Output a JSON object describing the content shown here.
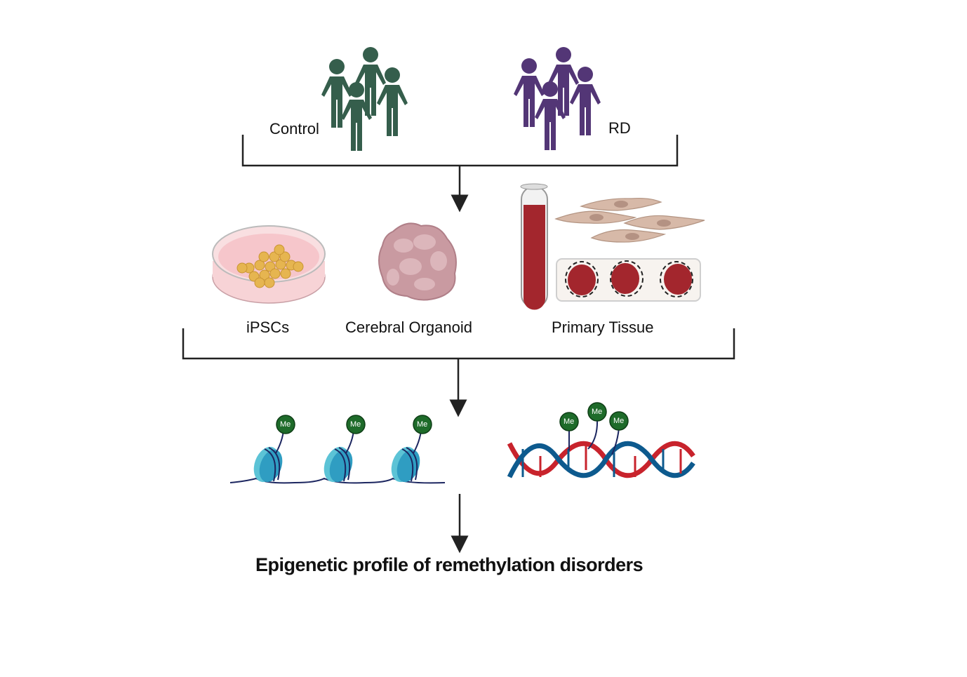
{
  "groups": {
    "control": {
      "label": "Control",
      "color": "#355e4c"
    },
    "rd": {
      "label": "RD",
      "color": "#533676"
    }
  },
  "samples": [
    {
      "label": "iPSCs"
    },
    {
      "label": "Cerebral Organoid"
    },
    {
      "label": "Primary Tissue"
    }
  ],
  "methylation": {
    "mark_label": "Me",
    "mark_color": "#1e6b2a",
    "nucleosome_color": "#4bbfd6",
    "dna_colors": {
      "strand_a": "#0d5a8e",
      "strand_b": "#c8232c"
    }
  },
  "result": {
    "title": "Epigenetic profile of remethylation disorders"
  }
}
